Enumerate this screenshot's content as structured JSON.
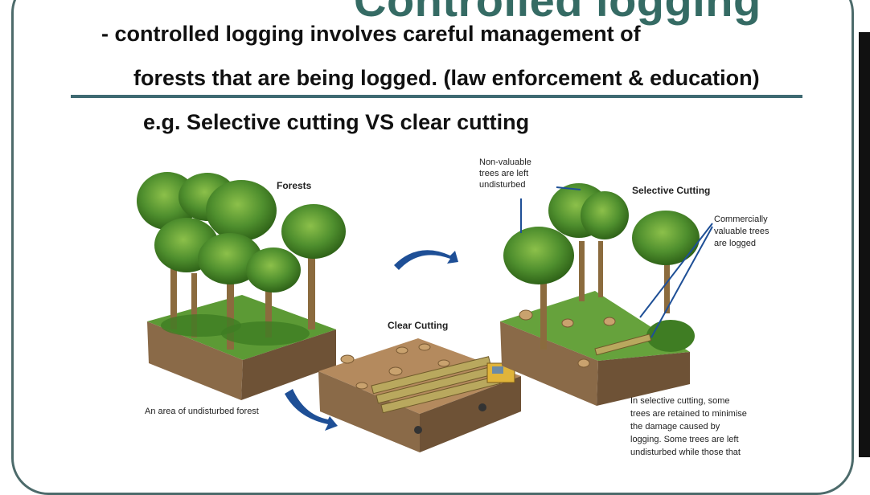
{
  "slide": {
    "title": "Controlled logging",
    "bullet_line1": "- controlled logging involves careful management of",
    "bullet_line2": "forests that are being logged. (law enforcement & education)",
    "example_line": "e.g. Selective cutting VS clear cutting"
  },
  "diagram": {
    "forest_heading": "Forests",
    "forest_caption": "An area of undisturbed forest",
    "clear_heading": "Clear Cutting",
    "selective_heading": "Selective Cutting",
    "nonvaluable_note": [
      "Non-valuable",
      "trees are left",
      "undisturbed"
    ],
    "commercial_note": [
      "Commercially",
      "valuable trees",
      "are logged"
    ],
    "selective_caption": [
      "In selective cutting, some",
      "trees are retained to minimise",
      "the damage caused by",
      "logging. Some trees are left",
      "undisturbed while those that"
    ],
    "colors": {
      "arrow": "#1e4f96",
      "soil": "#8a6a48",
      "grass": "#4f8f2e",
      "foliage": "#3f7d23",
      "trunk": "#8b6b3e"
    }
  }
}
